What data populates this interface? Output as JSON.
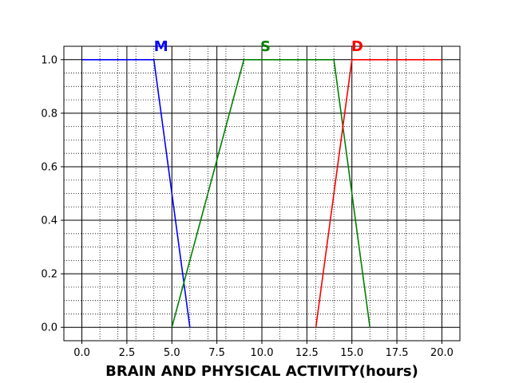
{
  "chart_data": {
    "type": "line",
    "xlabel": "BRAIN AND PHYSICAL ACTIVITY(hours)",
    "ylabel": "",
    "xlim": [
      -1,
      21
    ],
    "ylim": [
      -0.05,
      1.05
    ],
    "xticks": [
      0.0,
      2.5,
      5.0,
      7.5,
      10.0,
      12.5,
      15.0,
      17.5,
      20.0
    ],
    "xtick_labels": [
      "0.0",
      "2.5",
      "5.0",
      "7.5",
      "10.0",
      "12.5",
      "15.0",
      "17.5",
      "20.0"
    ],
    "yticks": [
      0.0,
      0.2,
      0.4,
      0.6,
      0.8,
      1.0
    ],
    "ytick_labels": [
      "0.0",
      "0.2",
      "0.4",
      "0.6",
      "0.8",
      "1.0"
    ],
    "grid": {
      "major": true,
      "minor": true,
      "x_minor_step": 1,
      "y_minor_step": 0.05
    },
    "series": [
      {
        "name": "M",
        "color": "#0000ff",
        "label_x": 4.4,
        "x": [
          0,
          4,
          6
        ],
        "y": [
          1,
          1,
          0
        ]
      },
      {
        "name": "S",
        "color": "#008000",
        "label_x": 10.2,
        "x": [
          5,
          9,
          14,
          16
        ],
        "y": [
          0,
          1,
          1,
          0
        ]
      },
      {
        "name": "D",
        "color": "#ff0000",
        "label_x": 15.3,
        "x": [
          13,
          15,
          20
        ],
        "y": [
          0,
          1,
          1
        ]
      }
    ]
  }
}
